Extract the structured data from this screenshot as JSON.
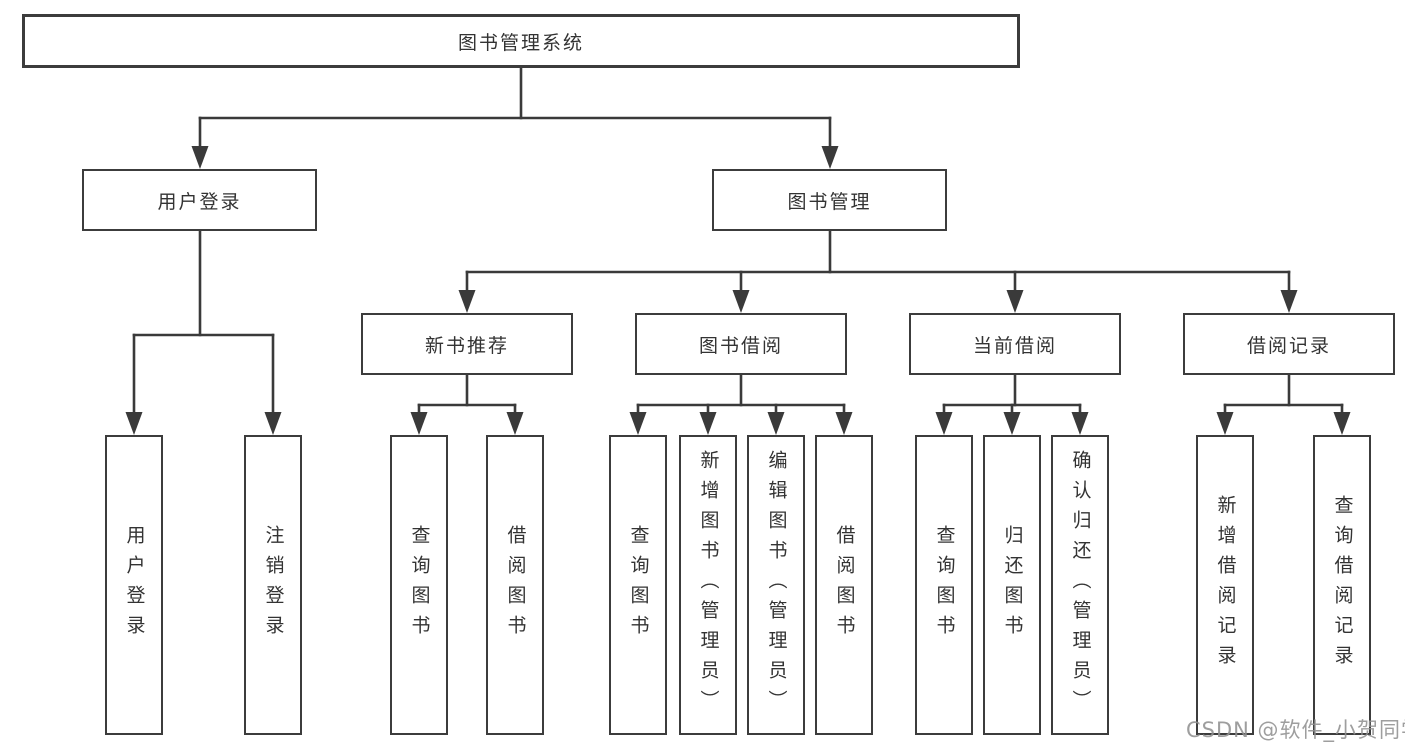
{
  "root": {
    "label": "图书管理系统"
  },
  "branches": [
    {
      "label": "用户登录"
    },
    {
      "label": "图书管理"
    }
  ],
  "modules": [
    {
      "label": "新书推荐"
    },
    {
      "label": "图书借阅"
    },
    {
      "label": "当前借阅"
    },
    {
      "label": "借阅记录"
    }
  ],
  "leaves": {
    "user_login": [
      "用户登录",
      "注销登录"
    ],
    "new_book": [
      "查询图书",
      "借阅图书"
    ],
    "book_borrow": [
      "查询图书",
      "新增图书（管理员）",
      "编辑图书（管理员）",
      "借阅图书"
    ],
    "current_borrow": [
      "查询图书",
      "归还图书",
      "确认归还（管理员）"
    ],
    "borrow_record": [
      "新增借阅记录",
      "查询借阅记录"
    ]
  },
  "watermark": "CSDN @软件_小贺同学",
  "colors": {
    "background": "#ffffff",
    "line": "#3a3a3a",
    "box_border": "#3c3c3c",
    "text": "#333333",
    "watermark": "#919191"
  }
}
